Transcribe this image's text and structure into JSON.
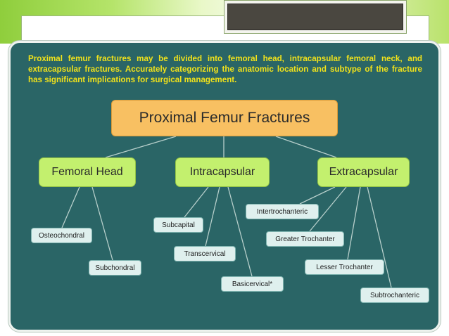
{
  "intro_text": "Proximal femur fractures may be divided into femoral head, intracapsular femoral neck, and extracapsular fractures. Accurately categorizing the anatomic location and subtype of the fracture has significant implications for surgical management.",
  "diagram": {
    "root": "Proximal Femur Fractures",
    "categories": [
      {
        "label": "Femoral Head",
        "subtypes": [
          "Osteochondral",
          "Subchondral"
        ]
      },
      {
        "label": "Intracapsular",
        "subtypes": [
          "Subcapital",
          "Transcervical",
          "Basicervical*"
        ]
      },
      {
        "label": "Extracapsular",
        "subtypes": [
          "Intertrochanteric",
          "Greater Trochanter",
          "Lesser Trochanter",
          "Subtrochanteric"
        ]
      }
    ]
  },
  "colors": {
    "background_card": "#2a6566",
    "intro_text": "#f1e21a",
    "root_node": "#f8c062",
    "category_node": "#c3f06e",
    "leaf_node": "#dff0ee",
    "connector": "#b7cfcb"
  }
}
